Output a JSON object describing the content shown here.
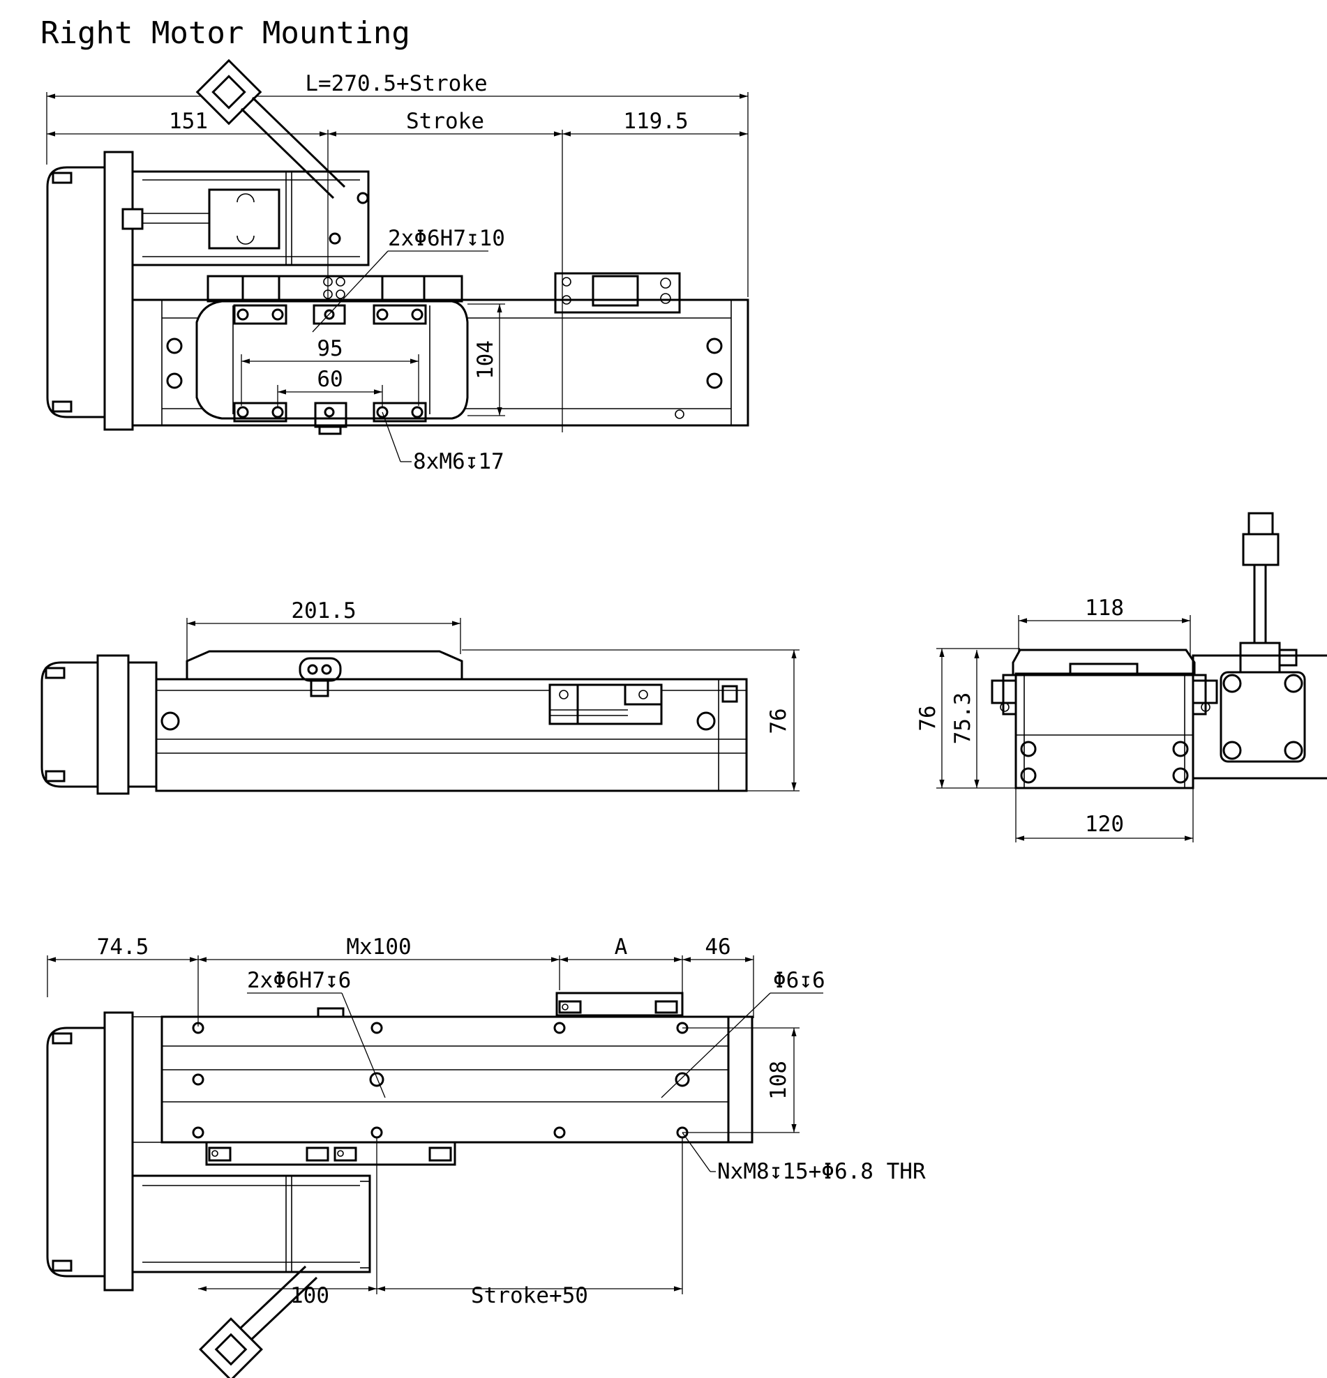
{
  "title": "Right Motor Mounting",
  "top_view": {
    "overall_length": "L=270.5+Stroke",
    "left_offset": "151",
    "stroke": "Stroke",
    "right_offset": "119.5",
    "pin_callout": "2xΦ6H7↧10",
    "span_95": "95",
    "span_60": "60",
    "height_104": "104",
    "tap_callout": "8xM6↧17"
  },
  "side_view": {
    "carriage_length": "201.5",
    "height_76": "76"
  },
  "end_view": {
    "width_118": "118",
    "height_76": "76",
    "height_75_3": "75.3",
    "width_120": "120"
  },
  "bottom_view": {
    "left_offset": "74.5",
    "pitch": "Mx100",
    "a_dim": "A",
    "right_offset": "46",
    "pin_callout": "2xΦ6H7↧6",
    "hole_callout": "Φ6↧6",
    "height_108": "108",
    "mount_callout": "NxM8↧15+Φ6.8 THR",
    "span_100": "100",
    "stroke_plus": "Stroke+50"
  },
  "colors": {
    "line": "#000000",
    "background": "#ffffff"
  }
}
